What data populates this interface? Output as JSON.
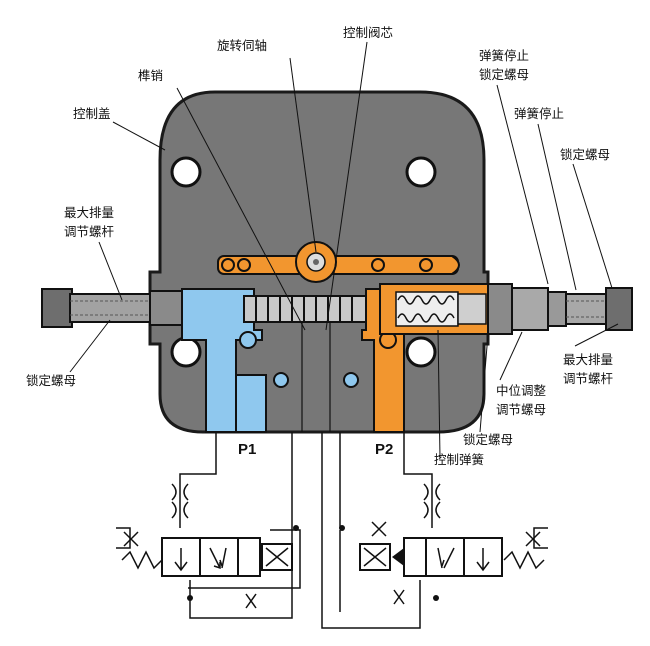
{
  "labels": {
    "servo_shaft": "旋转伺轴",
    "control_spool": "控制阀芯",
    "spring_stop_lock_nut_1": "弹簧停止",
    "spring_stop_lock_nut_2": "锁定螺母",
    "pin": "榫销",
    "spring_stop": "弹簧停止",
    "control_cover": "控制盖",
    "lock_nut_right_top": "锁定螺母",
    "max_disp_screw_left_1": "最大排量",
    "max_disp_screw_left_2": "调节螺杆",
    "lock_nut_left": "锁定螺母",
    "max_disp_screw_right_1": "最大排量",
    "max_disp_screw_right_2": "调节螺杆",
    "neutral_nut_1": "中位调整",
    "neutral_nut_2": "调节螺母",
    "lock_nut_right_bottom": "锁定螺母",
    "control_spring": "控制弹簧"
  },
  "ports": {
    "p1": "P1",
    "p2": "P2"
  },
  "colors": {
    "body": "#747474",
    "body_dark": "#2a2a2a",
    "blue_fluid": "#8fc8ee",
    "orange_fluid": "#f2962f",
    "screw": "#9a9a9a",
    "line": "#222222"
  }
}
